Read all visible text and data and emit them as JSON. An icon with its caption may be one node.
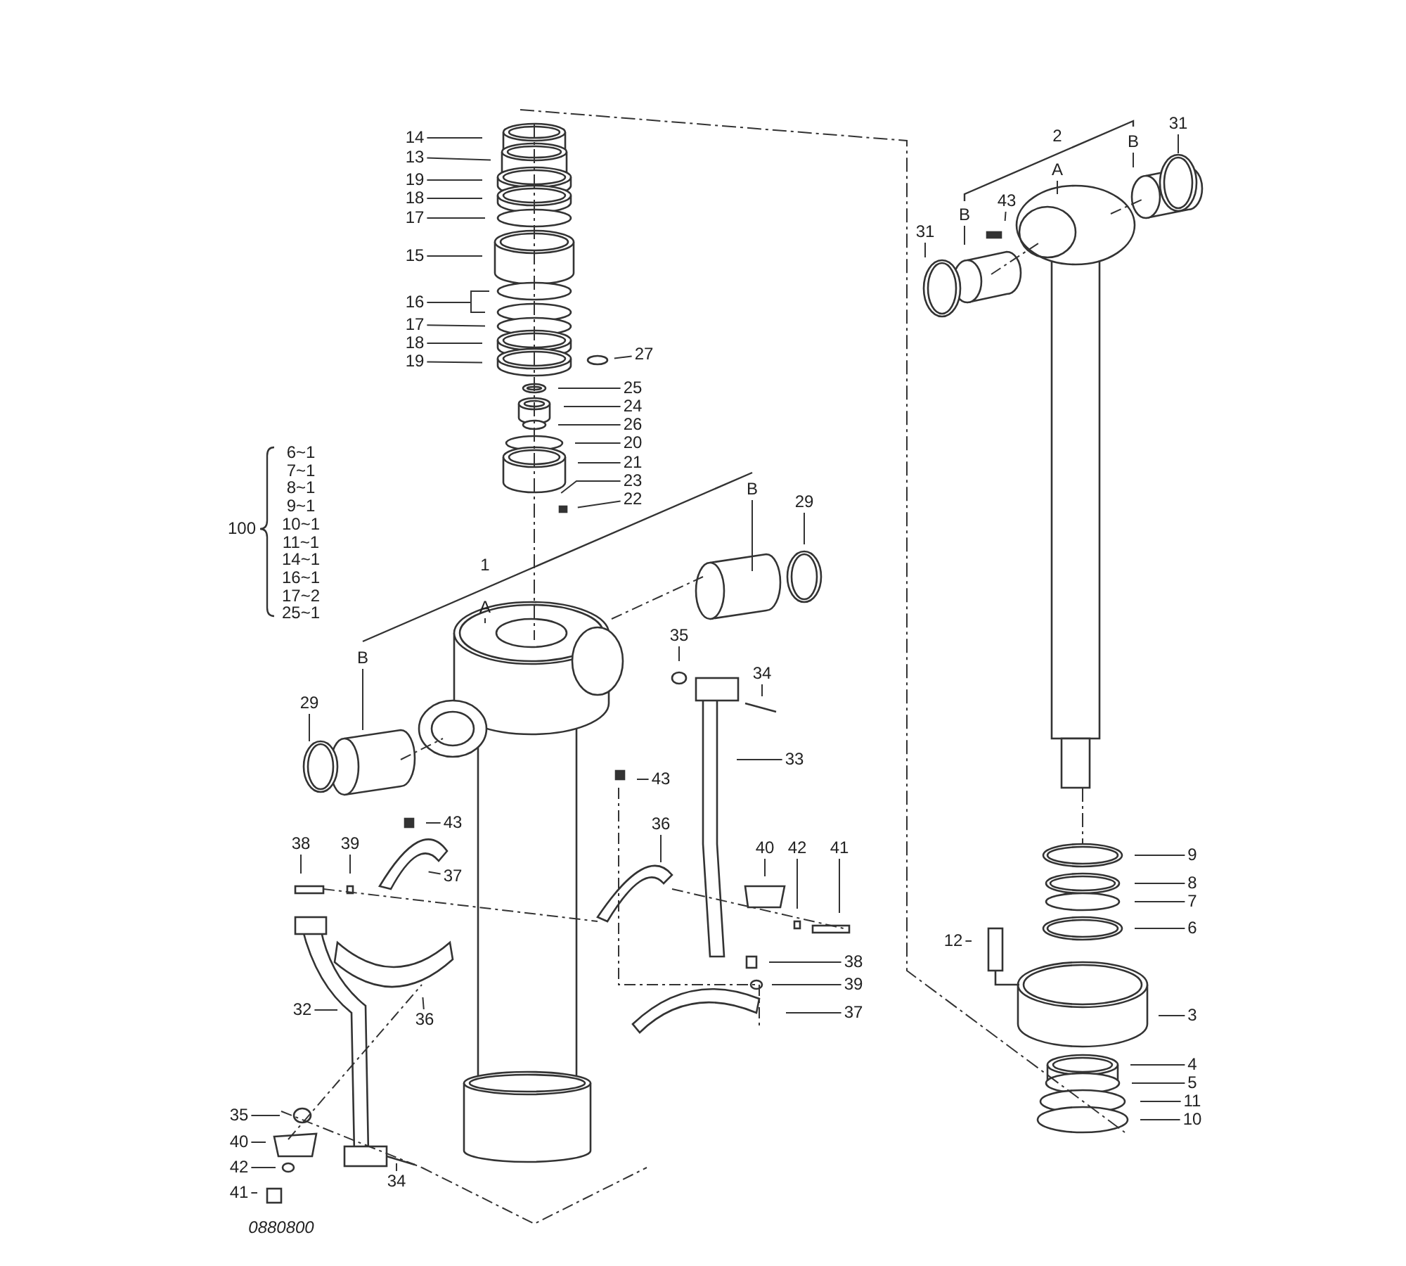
{
  "diagram": {
    "nodes": [
      {
        "text": [
          "14"
        ]
      },
      {
        "text": [
          "13"
        ]
      },
      {
        "text": [
          "19"
        ]
      },
      {
        "text": [
          "18"
        ]
      },
      {
        "text": [
          "17"
        ]
      },
      {
        "text": [
          "15"
        ]
      },
      {
        "text": [
          "16"
        ]
      },
      {
        "text": [
          "17"
        ]
      },
      {
        "text": [
          "18"
        ]
      },
      {
        "text": [
          "19"
        ]
      },
      {
        "text": [
          "27"
        ]
      },
      {
        "text": [
          "25"
        ]
      },
      {
        "text": [
          "24"
        ]
      },
      {
        "text": [
          "26"
        ]
      },
      {
        "text": [
          "20"
        ]
      },
      {
        "text": [
          "21"
        ]
      },
      {
        "text": [
          "23"
        ]
      },
      {
        "text": [
          "22"
        ]
      },
      {
        "text": [
          "A"
        ]
      },
      {
        "text": [
          "B"
        ]
      },
      {
        "text": [
          "29"
        ]
      },
      {
        "text": [
          "B"
        ]
      },
      {
        "text": [
          "29"
        ]
      },
      {
        "text": [
          "35"
        ]
      },
      {
        "text": [
          "34"
        ]
      },
      {
        "text": [
          "33"
        ]
      },
      {
        "text": [
          "43"
        ]
      },
      {
        "text": [
          "43"
        ]
      },
      {
        "text": [
          "38"
        ]
      },
      {
        "text": [
          "39"
        ]
      },
      {
        "text": [
          "37"
        ]
      },
      {
        "text": [
          "36"
        ]
      },
      {
        "text": [
          "40"
        ]
      },
      {
        "text": [
          "42"
        ]
      },
      {
        "text": [
          "41"
        ]
      },
      {
        "text": [
          "38"
        ]
      },
      {
        "text": [
          "39"
        ]
      },
      {
        "text": [
          "37"
        ]
      },
      {
        "text": [
          "32"
        ]
      },
      {
        "text": [
          "36"
        ]
      },
      {
        "text": [
          "35"
        ]
      },
      {
        "text": [
          "40"
        ]
      },
      {
        "text": [
          "42"
        ]
      },
      {
        "text": [
          "41"
        ]
      },
      {
        "text": [
          "34"
        ]
      },
      {
        "text": [
          "A"
        ]
      },
      {
        "text": [
          "B"
        ]
      },
      {
        "text": [
          "B"
        ]
      },
      {
        "text": [
          "43"
        ]
      },
      {
        "text": [
          "31"
        ]
      },
      {
        "text": [
          "31"
        ]
      },
      {
        "text": [
          "9"
        ]
      },
      {
        "text": [
          "8"
        ]
      },
      {
        "text": [
          "7"
        ]
      },
      {
        "text": [
          "6"
        ]
      },
      {
        "text": [
          "12"
        ]
      },
      {
        "text": [
          "3"
        ]
      },
      {
        "text": [
          "4"
        ]
      },
      {
        "text": [
          "5"
        ]
      },
      {
        "text": [
          "11"
        ]
      },
      {
        "text": [
          "10"
        ]
      }
    ],
    "edges": [
      {
        "from": 0,
        "to": null,
        "arrow": "none"
      },
      {
        "from": 1,
        "to": null,
        "arrow": "none"
      },
      {
        "from": 2,
        "to": null,
        "arrow": "none"
      },
      {
        "from": 3,
        "to": null,
        "arrow": "none"
      },
      {
        "from": 4,
        "to": null,
        "arrow": "none"
      },
      {
        "from": 5,
        "to": null,
        "arrow": "none"
      },
      {
        "from": 6,
        "to": null,
        "arrow": "none"
      },
      {
        "from": 7,
        "to": null,
        "arrow": "none"
      },
      {
        "from": 8,
        "to": null,
        "arrow": "none"
      },
      {
        "from": 9,
        "to": null,
        "arrow": "none"
      },
      {
        "from": 10,
        "to": null,
        "arrow": "none"
      },
      {
        "from": 11,
        "to": null,
        "arrow": "none"
      },
      {
        "from": 12,
        "to": null,
        "arrow": "none"
      },
      {
        "from": 13,
        "to": null,
        "arrow": "none"
      },
      {
        "from": 14,
        "to": null,
        "arrow": "none"
      },
      {
        "from": 15,
        "to": null,
        "arrow": "none"
      },
      {
        "from": 16,
        "to": null,
        "arrow": "none"
      },
      {
        "from": 17,
        "to": null,
        "arrow": "none"
      },
      {
        "from": 18,
        "to": null,
        "arrow": "none"
      },
      {
        "from": 19,
        "to": null,
        "arrow": "none"
      },
      {
        "from": 20,
        "to": null,
        "arrow": "none"
      },
      {
        "from": 21,
        "to": null,
        "arrow": "none"
      },
      {
        "from": 22,
        "to": null,
        "arrow": "none"
      },
      {
        "from": 23,
        "to": null,
        "arrow": "none"
      },
      {
        "from": 24,
        "to": null,
        "arrow": "none"
      },
      {
        "from": 25,
        "to": null,
        "arrow": "none"
      },
      {
        "from": 26,
        "to": null,
        "arrow": "none"
      },
      {
        "from": 27,
        "to": null,
        "arrow": "none"
      },
      {
        "from": 28,
        "to": null,
        "arrow": "none"
      },
      {
        "from": 29,
        "to": null,
        "arrow": "none"
      },
      {
        "from": 30,
        "to": null,
        "arrow": "none"
      },
      {
        "from": 31,
        "to": null,
        "arrow": "none"
      },
      {
        "from": 32,
        "to": null,
        "arrow": "none"
      },
      {
        "from": 33,
        "to": null,
        "arrow": "none"
      },
      {
        "from": 34,
        "to": null,
        "arrow": "none"
      },
      {
        "from": 35,
        "to": null,
        "arrow": "none"
      },
      {
        "from": 36,
        "to": null,
        "arrow": "none"
      },
      {
        "from": 37,
        "to": null,
        "arrow": "none"
      },
      {
        "from": 38,
        "to": null,
        "arrow": "none"
      },
      {
        "from": 39,
        "to": null,
        "arrow": "none"
      },
      {
        "from": 40,
        "to": null,
        "arrow": "none"
      },
      {
        "from": 41,
        "to": null,
        "arrow": "none"
      },
      {
        "from": 42,
        "to": null,
        "arrow": "none"
      },
      {
        "from": 43,
        "to": null,
        "arrow": "none"
      },
      {
        "from": 44,
        "to": null,
        "arrow": "none"
      },
      {
        "from": 45,
        "to": null,
        "arrow": "none"
      },
      {
        "from": 46,
        "to": null,
        "arrow": "none"
      },
      {
        "from": 47,
        "to": null,
        "arrow": "none"
      },
      {
        "from": 48,
        "to": null,
        "arrow": "none"
      },
      {
        "from": 49,
        "to": null,
        "arrow": "none"
      },
      {
        "from": 50,
        "to": null,
        "arrow": "none"
      },
      {
        "from": 51,
        "to": null,
        "arrow": "none"
      },
      {
        "from": 52,
        "to": null,
        "arrow": "none"
      },
      {
        "from": 53,
        "to": null,
        "arrow": "none"
      },
      {
        "from": 54,
        "to": null,
        "arrow": "none"
      },
      {
        "from": 55,
        "to": null,
        "arrow": "none"
      },
      {
        "from": 56,
        "to": null,
        "arrow": "none"
      },
      {
        "from": 57,
        "to": null,
        "arrow": "none"
      },
      {
        "from": 58,
        "to": null,
        "arrow": "none"
      },
      {
        "from": 59,
        "to": null,
        "arrow": "none"
      },
      {
        "from": 60,
        "to": null,
        "arrow": "none"
      }
    ],
    "labels": [
      "2",
      "1",
      "100",
      "6~1",
      "7~1",
      "8~1",
      "9~1",
      "10~1",
      "11~1",
      "14~1",
      "16~1",
      "17~2",
      "25~1",
      "0880800"
    ]
  }
}
